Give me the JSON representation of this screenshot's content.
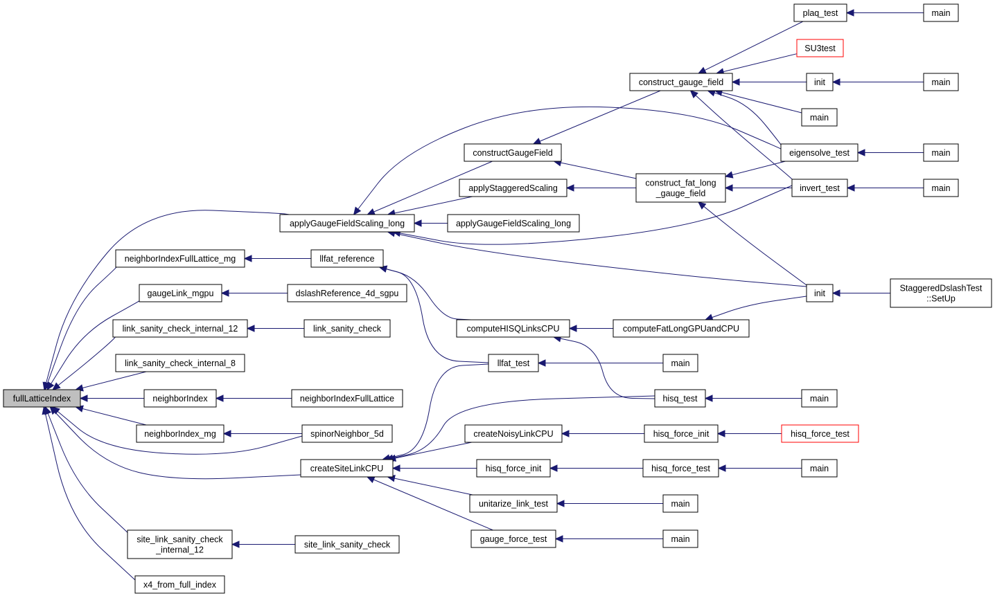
{
  "diagram": {
    "type": "call-graph",
    "edge_color": "#191970",
    "root_fill": "#bfbfbf",
    "highlight_border": "#ff0000",
    "nodes": [
      {
        "id": "fullLatticeIndex",
        "lines": [
          "fullLatticeIndex"
        ],
        "style": "root"
      },
      {
        "id": "applyGaugeFieldScaling_long_1",
        "lines": [
          "applyGaugeFieldScaling_long"
        ]
      },
      {
        "id": "neighborIndexFullLattice_mg",
        "lines": [
          "neighborIndexFullLattice_mg"
        ]
      },
      {
        "id": "gaugeLink_mgpu",
        "lines": [
          "gaugeLink_mgpu"
        ]
      },
      {
        "id": "link_sanity_check_internal_12",
        "lines": [
          "link_sanity_check_internal_12"
        ]
      },
      {
        "id": "link_sanity_check_internal_8",
        "lines": [
          "link_sanity_check_internal_8"
        ]
      },
      {
        "id": "neighborIndex",
        "lines": [
          "neighborIndex"
        ]
      },
      {
        "id": "neighborIndex_mg",
        "lines": [
          "neighborIndex_mg"
        ]
      },
      {
        "id": "createSiteLinkCPU",
        "lines": [
          "createSiteLinkCPU"
        ]
      },
      {
        "id": "site_link_sanity_check_internal_12",
        "lines": [
          "site_link_sanity_check",
          "_internal_12"
        ]
      },
      {
        "id": "x4_from_full_index",
        "lines": [
          "x4_from_full_index"
        ]
      },
      {
        "id": "llfat_reference",
        "lines": [
          "llfat_reference"
        ]
      },
      {
        "id": "dslashReference_4d_sgpu",
        "lines": [
          "dslashReference_4d_sgpu"
        ]
      },
      {
        "id": "link_sanity_check",
        "lines": [
          "link_sanity_check"
        ]
      },
      {
        "id": "neighborIndexFullLattice",
        "lines": [
          "neighborIndexFullLattice"
        ]
      },
      {
        "id": "spinorNeighbor_5d",
        "lines": [
          "spinorNeighbor_5d"
        ]
      },
      {
        "id": "site_link_sanity_check",
        "lines": [
          "site_link_sanity_check"
        ]
      },
      {
        "id": "constructGaugeField",
        "lines": [
          "constructGaugeField"
        ]
      },
      {
        "id": "applyStaggeredScaling",
        "lines": [
          "applyStaggeredScaling"
        ]
      },
      {
        "id": "applyGaugeFieldScaling_long_2",
        "lines": [
          "applyGaugeFieldScaling_long"
        ]
      },
      {
        "id": "computeHISQLinksCPU",
        "lines": [
          "computeHISQLinksCPU"
        ]
      },
      {
        "id": "llfat_test",
        "lines": [
          "llfat_test"
        ]
      },
      {
        "id": "createNoisyLinkCPU",
        "lines": [
          "createNoisyLinkCPU"
        ]
      },
      {
        "id": "hisq_force_init_mid",
        "lines": [
          "hisq_force_init"
        ]
      },
      {
        "id": "unitarize_link_test",
        "lines": [
          "unitarize_link_test"
        ]
      },
      {
        "id": "gauge_force_test",
        "lines": [
          "gauge_force_test"
        ]
      },
      {
        "id": "construct_gauge_field",
        "lines": [
          "construct_gauge_field"
        ]
      },
      {
        "id": "construct_fat_long_gauge_field",
        "lines": [
          "construct_fat_long",
          "_gauge_field"
        ]
      },
      {
        "id": "computeFatLongGPUandCPU",
        "lines": [
          "computeFatLongGPUandCPU"
        ]
      },
      {
        "id": "hisq_force_init_right",
        "lines": [
          "hisq_force_init"
        ]
      },
      {
        "id": "hisq_force_test_mid",
        "lines": [
          "hisq_force_test"
        ]
      },
      {
        "id": "main_llfat",
        "lines": [
          "main"
        ]
      },
      {
        "id": "main_unitarize",
        "lines": [
          "main"
        ]
      },
      {
        "id": "main_gauge_force",
        "lines": [
          "main"
        ]
      },
      {
        "id": "plaq_test",
        "lines": [
          "plaq_test"
        ]
      },
      {
        "id": "SU3test",
        "lines": [
          "SU3test"
        ],
        "style": "red"
      },
      {
        "id": "init_top",
        "lines": [
          "init"
        ]
      },
      {
        "id": "main_cgf",
        "lines": [
          "main"
        ]
      },
      {
        "id": "eigensolve_test",
        "lines": [
          "eigensolve_test"
        ]
      },
      {
        "id": "invert_test",
        "lines": [
          "invert_test"
        ]
      },
      {
        "id": "init_low",
        "lines": [
          "init"
        ]
      },
      {
        "id": "hisq_test",
        "lines": [
          "hisq_test"
        ]
      },
      {
        "id": "hisq_force_test_red",
        "lines": [
          "hisq_force_test"
        ],
        "style": "red"
      },
      {
        "id": "main_hft",
        "lines": [
          "main"
        ]
      },
      {
        "id": "main_plaq",
        "lines": [
          "main"
        ]
      },
      {
        "id": "main_init",
        "lines": [
          "main"
        ]
      },
      {
        "id": "main_eigen",
        "lines": [
          "main"
        ]
      },
      {
        "id": "main_invert",
        "lines": [
          "main"
        ]
      },
      {
        "id": "StaggeredDslashTest_SetUp",
        "lines": [
          "StaggeredDslashTest",
          "::SetUp"
        ]
      },
      {
        "id": "main_hisq",
        "lines": [
          "main"
        ]
      }
    ],
    "edges": [
      [
        "fullLatticeIndex",
        "applyGaugeFieldScaling_long_1"
      ],
      [
        "fullLatticeIndex",
        "neighborIndexFullLattice_mg"
      ],
      [
        "fullLatticeIndex",
        "gaugeLink_mgpu"
      ],
      [
        "fullLatticeIndex",
        "link_sanity_check_internal_12"
      ],
      [
        "fullLatticeIndex",
        "link_sanity_check_internal_8"
      ],
      [
        "fullLatticeIndex",
        "neighborIndex"
      ],
      [
        "fullLatticeIndex",
        "neighborIndex_mg"
      ],
      [
        "fullLatticeIndex",
        "spinorNeighbor_5d"
      ],
      [
        "fullLatticeIndex",
        "createSiteLinkCPU"
      ],
      [
        "fullLatticeIndex",
        "site_link_sanity_check_internal_12"
      ],
      [
        "fullLatticeIndex",
        "x4_from_full_index"
      ],
      [
        "neighborIndexFullLattice_mg",
        "llfat_reference"
      ],
      [
        "gaugeLink_mgpu",
        "dslashReference_4d_sgpu"
      ],
      [
        "link_sanity_check_internal_12",
        "link_sanity_check"
      ],
      [
        "neighborIndex",
        "neighborIndexFullLattice"
      ],
      [
        "neighborIndex_mg",
        "spinorNeighbor_5d"
      ],
      [
        "site_link_sanity_check_internal_12",
        "site_link_sanity_check"
      ],
      [
        "applyGaugeFieldScaling_long_1",
        "constructGaugeField"
      ],
      [
        "applyGaugeFieldScaling_long_1",
        "applyStaggeredScaling"
      ],
      [
        "applyGaugeFieldScaling_long_1",
        "applyGaugeFieldScaling_long_2"
      ],
      [
        "applyGaugeFieldScaling_long_1",
        "eigensolve_test"
      ],
      [
        "applyGaugeFieldScaling_long_1",
        "invert_test"
      ],
      [
        "applyGaugeFieldScaling_long_1",
        "init_low"
      ],
      [
        "llfat_reference",
        "computeHISQLinksCPU"
      ],
      [
        "llfat_reference",
        "llfat_test"
      ],
      [
        "createSiteLinkCPU",
        "llfat_test"
      ],
      [
        "createSiteLinkCPU",
        "hisq_test"
      ],
      [
        "createSiteLinkCPU",
        "createNoisyLinkCPU"
      ],
      [
        "createSiteLinkCPU",
        "hisq_force_init_mid"
      ],
      [
        "createSiteLinkCPU",
        "unitarize_link_test"
      ],
      [
        "createSiteLinkCPU",
        "gauge_force_test"
      ],
      [
        "constructGaugeField",
        "construct_gauge_field"
      ],
      [
        "constructGaugeField",
        "construct_fat_long_gauge_field"
      ],
      [
        "applyStaggeredScaling",
        "construct_fat_long_gauge_field"
      ],
      [
        "computeHISQLinksCPU",
        "computeFatLongGPUandCPU"
      ],
      [
        "computeHISQLinksCPU",
        "hisq_test"
      ],
      [
        "llfat_test",
        "main_llfat"
      ],
      [
        "createNoisyLinkCPU",
        "hisq_force_init_right"
      ],
      [
        "hisq_force_init_mid",
        "hisq_force_test_mid"
      ],
      [
        "unitarize_link_test",
        "main_unitarize"
      ],
      [
        "gauge_force_test",
        "main_gauge_force"
      ],
      [
        "construct_gauge_field",
        "plaq_test"
      ],
      [
        "construct_gauge_field",
        "SU3test"
      ],
      [
        "construct_gauge_field",
        "init_top"
      ],
      [
        "construct_gauge_field",
        "main_cgf"
      ],
      [
        "construct_gauge_field",
        "eigensolve_test"
      ],
      [
        "construct_gauge_field",
        "invert_test"
      ],
      [
        "construct_fat_long_gauge_field",
        "eigensolve_test"
      ],
      [
        "construct_fat_long_gauge_field",
        "invert_test"
      ],
      [
        "construct_fat_long_gauge_field",
        "init_low"
      ],
      [
        "computeFatLongGPUandCPU",
        "init_low"
      ],
      [
        "hisq_force_init_right",
        "hisq_force_test_red"
      ],
      [
        "hisq_force_test_mid",
        "main_hft"
      ],
      [
        "plaq_test",
        "main_plaq"
      ],
      [
        "init_top",
        "main_init"
      ],
      [
        "eigensolve_test",
        "main_eigen"
      ],
      [
        "invert_test",
        "main_invert"
      ],
      [
        "init_low",
        "StaggeredDslashTest_SetUp"
      ],
      [
        "hisq_test",
        "main_hisq"
      ]
    ]
  }
}
